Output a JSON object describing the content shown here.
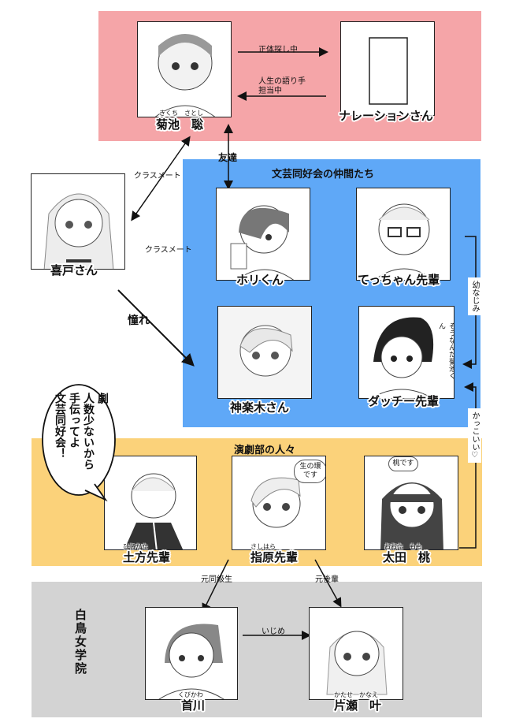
{
  "groups": {
    "bungei": "文芸同好会の仲間たち",
    "engeki": "演劇部の人々",
    "shiratori": "白鳥女学院"
  },
  "characters": {
    "kikuchi": {
      "name": "菊池　聡",
      "ruby": "きくち　さとし"
    },
    "narration": {
      "name": "ナレーションさん"
    },
    "kido": {
      "name": "喜戸さん"
    },
    "hori": {
      "name": "ホリくん"
    },
    "tetchan": {
      "name": "てっちゃん先輩"
    },
    "kagurazaki": {
      "name": "神楽木さん"
    },
    "dutchy": {
      "name": "ダッチー先輩",
      "panel_text": "そうなんだ菊池くん"
    },
    "hijikata": {
      "name": "土方先輩",
      "ruby": "ひじかた"
    },
    "sashihara": {
      "name": "指原先輩",
      "ruby": "さしはら",
      "panel_text": "生の環です"
    },
    "oota": {
      "name": "太田　桃",
      "ruby": "おおた　もも",
      "panel_text": "桃です"
    },
    "kubikawa": {
      "name": "首川",
      "ruby": "くびかわ"
    },
    "katase": {
      "name": "片瀬　叶",
      "ruby": "かたせ　かなえ"
    }
  },
  "relations": {
    "seeking_identity": "正体探し中",
    "storyteller": "人生の語り手担当中",
    "classmate_1": "クラスメート",
    "friend": "友達",
    "classmate_2": "クラスメート",
    "admire": "憧れ",
    "childhood_friend": "幼なじみ",
    "cool": "かっこいい♡",
    "former_classmate": "元同級生",
    "former_junior": "元後輩",
    "bullying": "いじめ"
  },
  "speech_bubble": {
    "lines": [
      "劇",
      "人",
      "数",
      "少",
      "な",
      "い",
      "か",
      "ら",
      "手",
      "伝",
      "っ",
      "て",
      "よ",
      "文",
      "芸",
      "同",
      "好",
      "会",
      "！"
    ],
    "text": "劇人数少ないから手伝ってよ文芸同好会！"
  }
}
